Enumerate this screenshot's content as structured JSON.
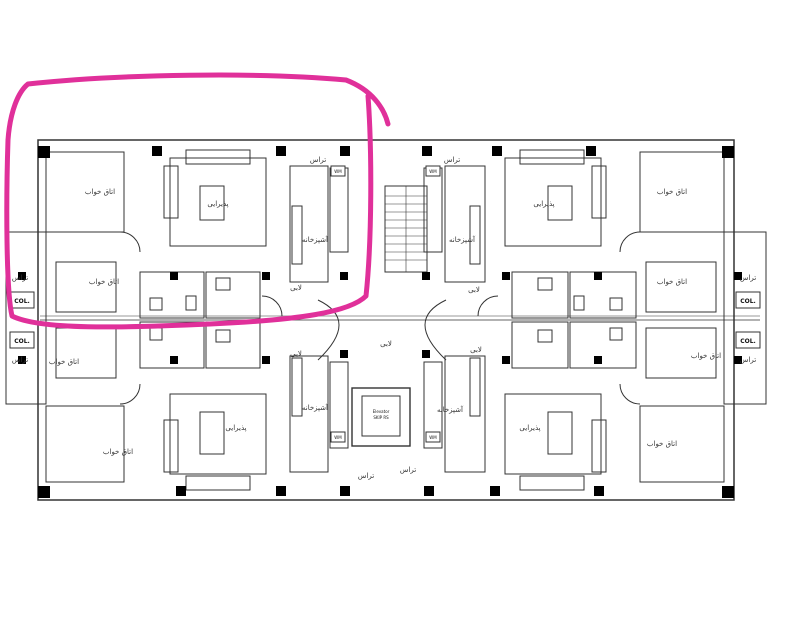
{
  "plan": {
    "annotation_color": "#e0309a",
    "labels": {
      "living": "پذیرایی",
      "bedroom": "اتاق خواب",
      "kitchen": "آشپزخانه",
      "terrace": "تراس",
      "lobby": "لابی",
      "col": "COL.",
      "wm": "WM",
      "elevator_line1": "Elevator",
      "elevator_line2": "SKIP RS"
    }
  }
}
